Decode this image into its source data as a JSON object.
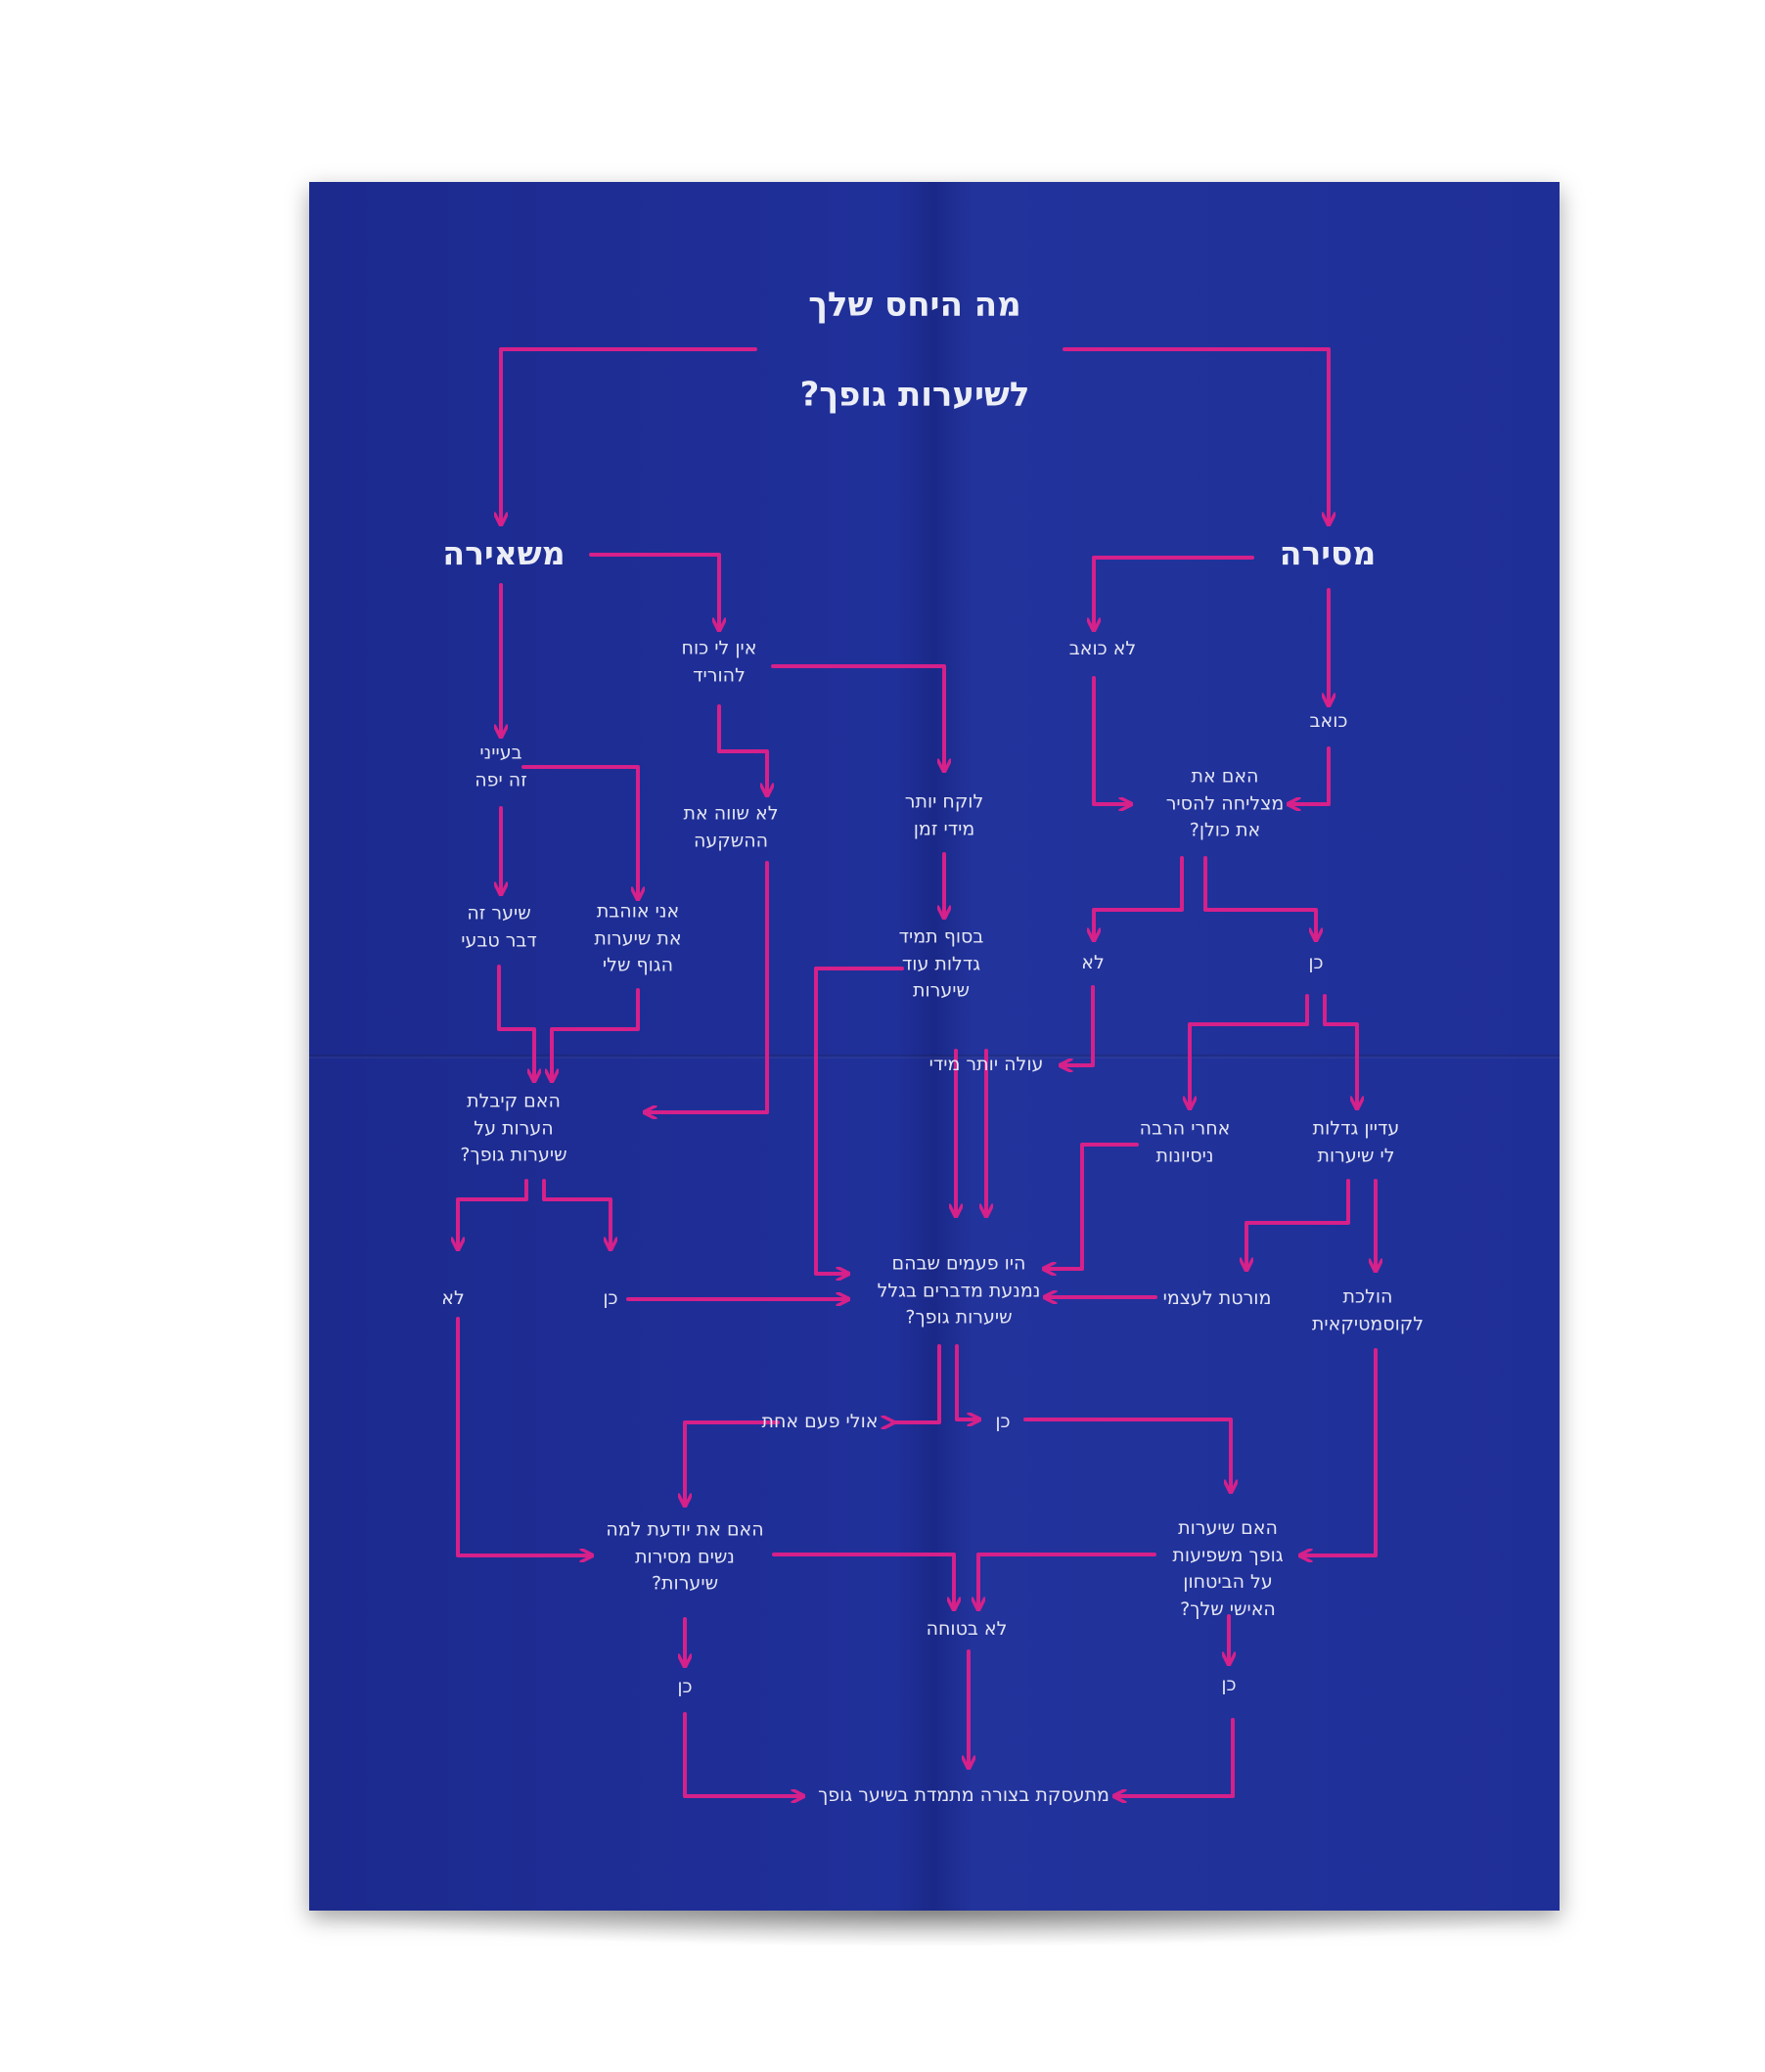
{
  "colors": {
    "poster": "#1f2f98",
    "arrow": "#d6208a",
    "text": "#e4e6f2"
  },
  "title": {
    "line1": "מה היחס שלך",
    "line2": "לשיערות  גופך?"
  },
  "branches": {
    "keep": "משאירה",
    "remove": "מסירה"
  },
  "nodes": {
    "no_energy": "אין לי כוח\nלהוריד",
    "not_worth": "לא שווה את\nההשקעה",
    "takes_time": "לוקח יותר\nמידי זמן",
    "grows_back": "בסוף תמיד\nגדלות עוד\nשיערות",
    "beautiful": "בעייני\nזה יפה",
    "natural": "שיער זה\nדבר טבעי",
    "love_hair": "אני אוהבת\nאת שיערות\nהגוף שלי",
    "not_hurt": "לא כואב",
    "hurts": "כואב",
    "manage_all": "האם את\nמצליחה להסיר\nאת כולן?",
    "no_1": "לא",
    "yes_1": "כן",
    "too_expensive": "עולה יותר מידי",
    "after_tries": "אחרי הרבה\nניסיונות",
    "still_grow": "עדיין גדלות\nלי שיערות",
    "got_comments": "האם קיבלת\nהערות על\nשיערות גופך?",
    "no_2": "לא",
    "yes_2": "כן",
    "avoided": "היו פעמים שבהם\nנמנעת מדברים בגלל\nשיערות גופך?",
    "self_tear": "מורטת לעצמי",
    "cosmetician": "הולכת\nלקוסמטיקאית",
    "maybe_once": "אולי פעם אחת",
    "yes_3": "כן",
    "why_remove": "האם את יודעת למה\nנשים מסירות\nשיערות?",
    "confidence": "האם שיערות\nגופך משפיעות\nעל הביטחון\nהאישי שלך?",
    "not_sure": "לא בטוחה",
    "yes_4": "כן",
    "yes_5": "כן",
    "final": "מתעסקת בצורה מתמדת בשיער גופך"
  }
}
